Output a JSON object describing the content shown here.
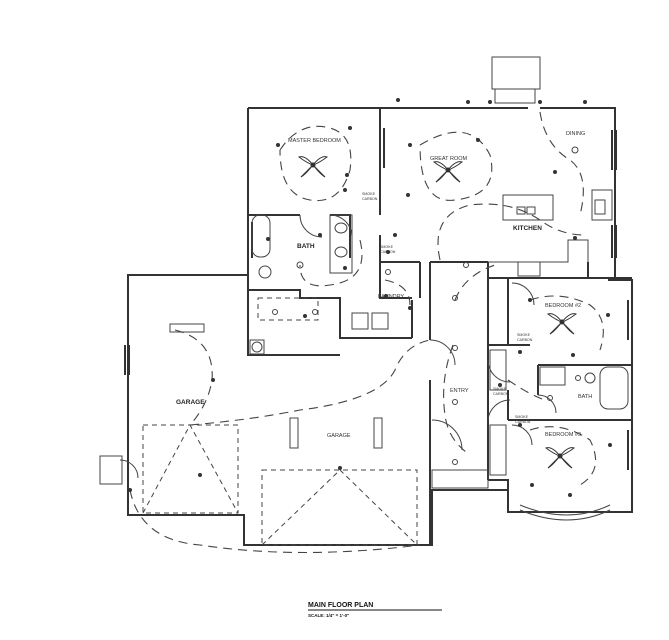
{
  "plan": {
    "title": "MAIN FLOOR PLAN",
    "scale": "SCALE: 1/4\" = 1'-0\""
  },
  "rooms": {
    "master_bedroom": "MASTER BEDROOM",
    "great_room": "GREAT ROOM",
    "dining": "DINING",
    "kitchen": "KITCHEN",
    "bath": "BATH",
    "laundry": "LAUNDRY",
    "garage_left": "GARAGE",
    "garage_center": "GARAGE",
    "entry": "ENTRY",
    "bedroom2": "BEDROOM #2",
    "bath2": "BATH",
    "bedroom3": "BEDROOM #3"
  },
  "notes": {
    "smoke_detector": "SMOKE\nCARBON",
    "smoke1": "SMOKE",
    "smoke1b": "CARBON",
    "smoke2": "SMOKE",
    "smoke2b": "CARBON",
    "smoke3": "SMOKE",
    "smoke3b": "CARBON",
    "smoke4": "SMOKE",
    "smoke4b": "CARBON",
    "smoke5": "SMOKE",
    "smoke5b": "CARBON"
  }
}
